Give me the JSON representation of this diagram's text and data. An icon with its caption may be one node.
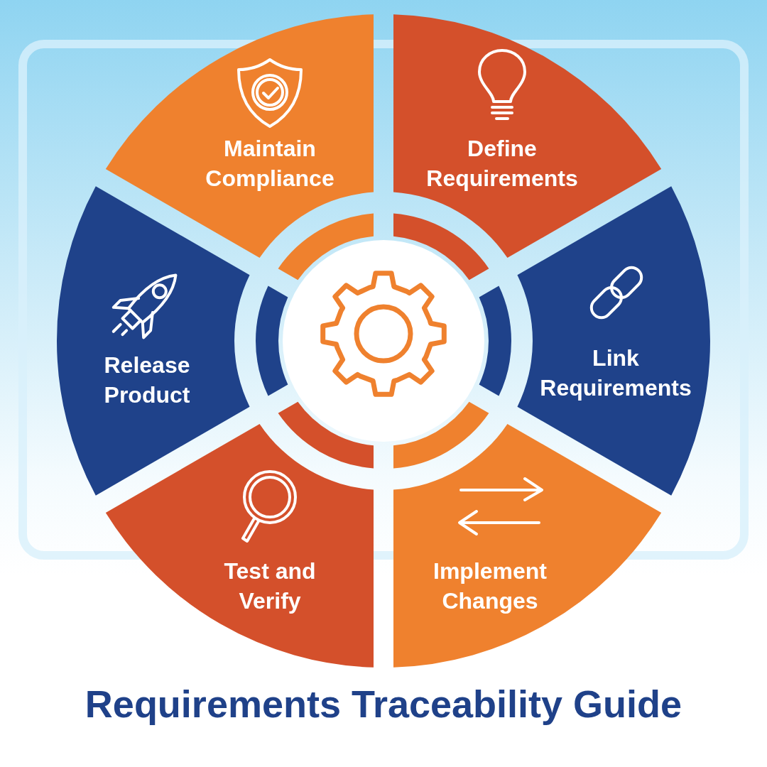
{
  "diagram": {
    "title": "Requirements Traceability Guide",
    "nodes": [
      {
        "text": [
          "Maintain Compliance"
        ]
      },
      {
        "text": [
          "Define Requirements"
        ]
      },
      {
        "text": [
          "Release Product"
        ]
      },
      {
        "text": [
          "Link Requirements"
        ]
      },
      {
        "text": [
          "Test and Verify"
        ]
      },
      {
        "text": [
          "Implement Changes"
        ]
      }
    ],
    "edges": []
  }
}
